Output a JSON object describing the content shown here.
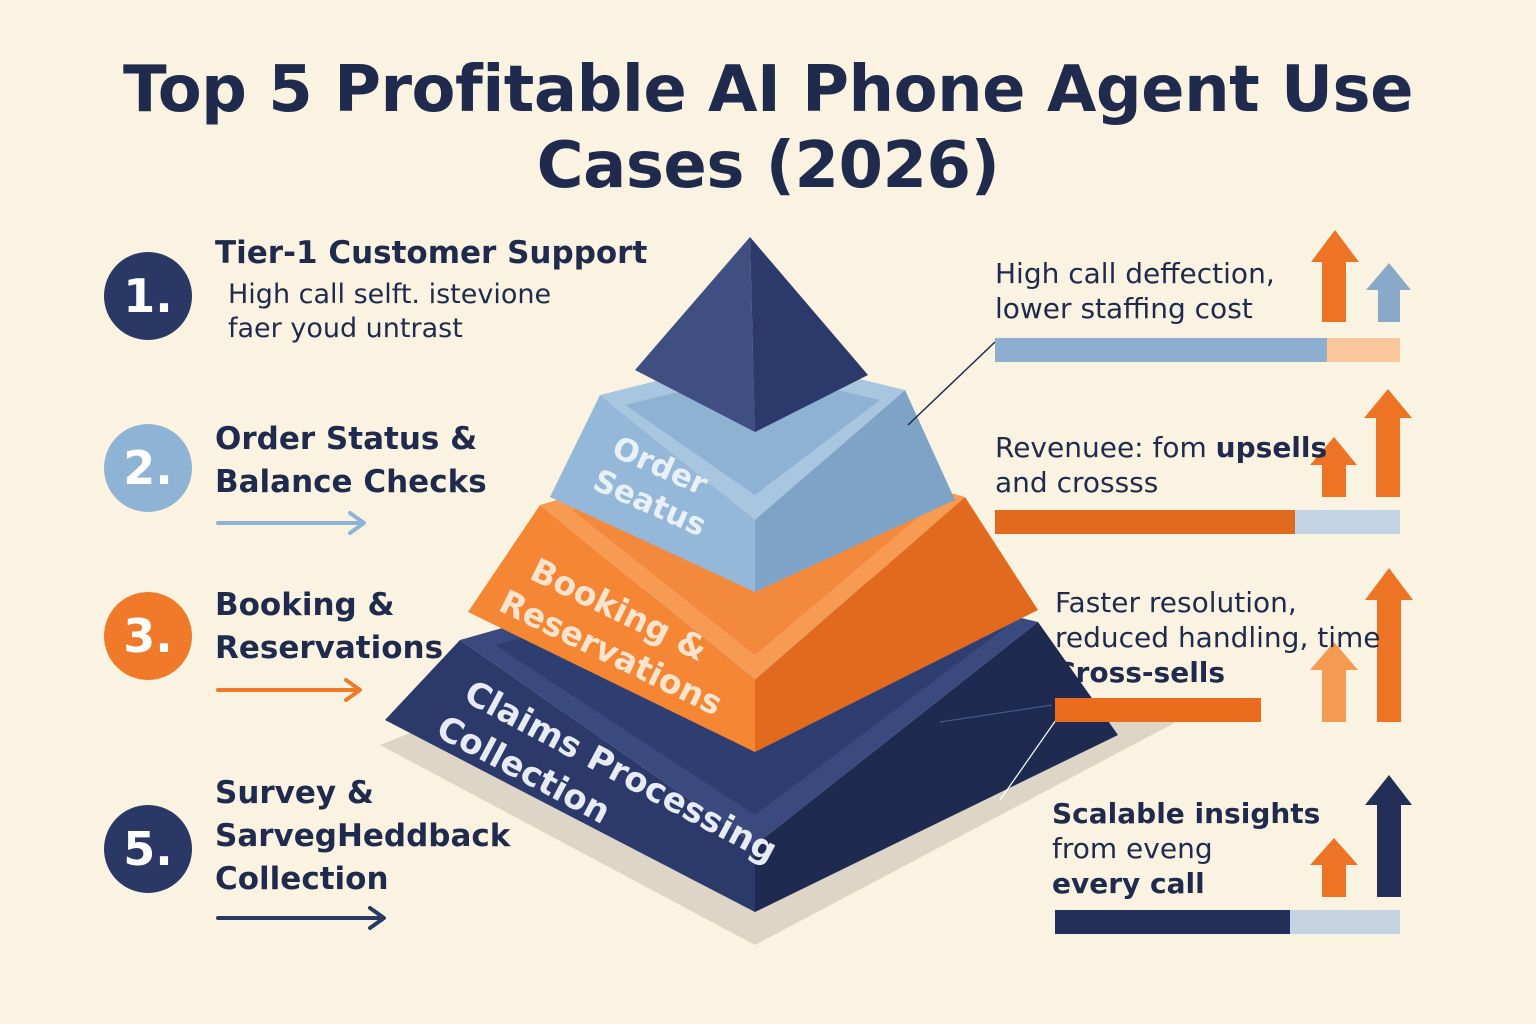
{
  "title": {
    "line1": "Top 5 Profitable AI Phone Agent Use",
    "line2": "Cases (2026)"
  },
  "colors": {
    "background": "#fbf3e2",
    "navy": "#2a3866",
    "navy_dark": "#1f2a4d",
    "light_blue": "#8fb3d4",
    "orange": "#f07a2a"
  },
  "left_items": [
    {
      "number": "1.",
      "title": [
        "Tier-1 Customer Support"
      ],
      "subtitle": [
        "High call selft. istevione",
        "faer youd untrast"
      ]
    },
    {
      "number": "2.",
      "title": [
        "Order Status &",
        "Balance Checks"
      ]
    },
    {
      "number": "3.",
      "title": [
        "Booking &",
        "Reservations"
      ]
    },
    {
      "number": "5.",
      "title": [
        "Survey &",
        "SarvegHeddback",
        "Collection"
      ]
    }
  ],
  "pyramid": {
    "tier2_label": [
      "Order",
      "Seatus"
    ],
    "tier3_label": [
      "Booking &",
      "Reservations"
    ],
    "tier4_label": [
      "Claims Processing",
      "Collection"
    ]
  },
  "right_items": [
    {
      "text": [
        "High call deffection,",
        "lower staffing cost"
      ],
      "bar_fill": 0.82
    },
    {
      "text_pre": "Revenuee: fom ",
      "text_bold": "upsells",
      "text_line2": "and crossss",
      "bar_fill": 0.74
    },
    {
      "text": [
        "Faster resolution,",
        "reduced handling, time"
      ],
      "text_bold": "Cross-sells",
      "bar_fill": 1.0
    },
    {
      "text": [
        "Scalable insights",
        "from eveng",
        "every call"
      ],
      "bar_fill": 0.68
    }
  ]
}
